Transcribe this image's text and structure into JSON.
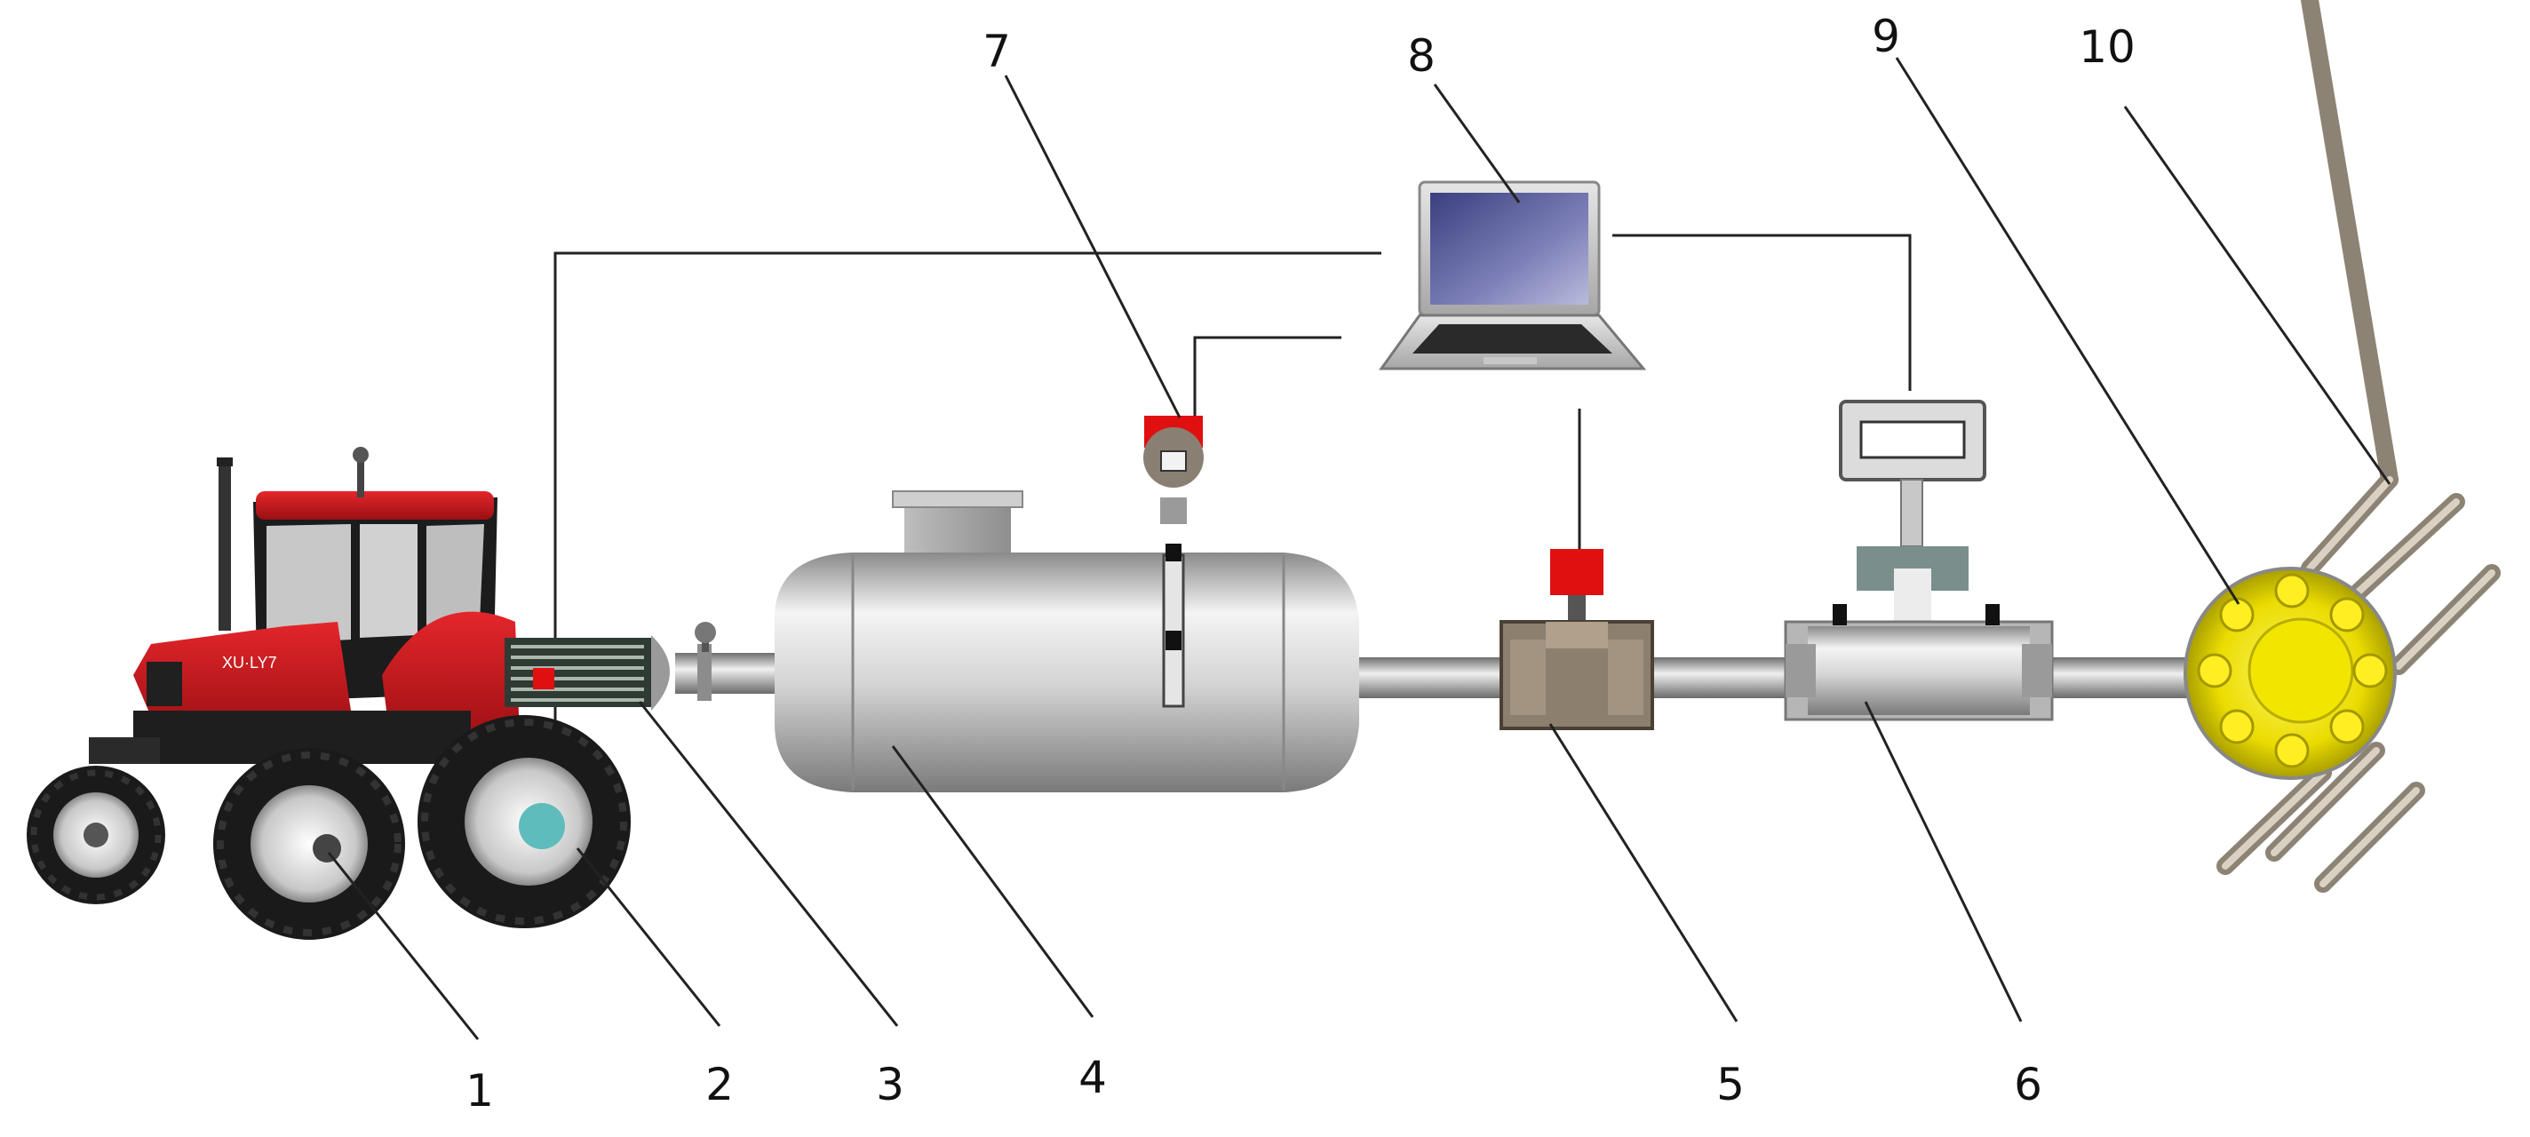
{
  "labels": [
    "1",
    "2",
    "3",
    "4",
    "5",
    "6",
    "7",
    "8",
    "9",
    "10"
  ],
  "colors": {
    "tractor_red": "#c8141b",
    "tank_gray": "#c9c9c9",
    "pipe_gray": "#9a9a9a",
    "sensor_red": "#e01010",
    "flange_yellow": "#f0e000",
    "valve_brown": "#8c7f6e",
    "laptop_screen": "#5a5f9c",
    "leader_line": "#222222"
  },
  "icons": [
    "tractor-icon",
    "pump-icon",
    "tank-icon",
    "laptop-icon",
    "flowmeter-icon",
    "nozzle-icon"
  ]
}
